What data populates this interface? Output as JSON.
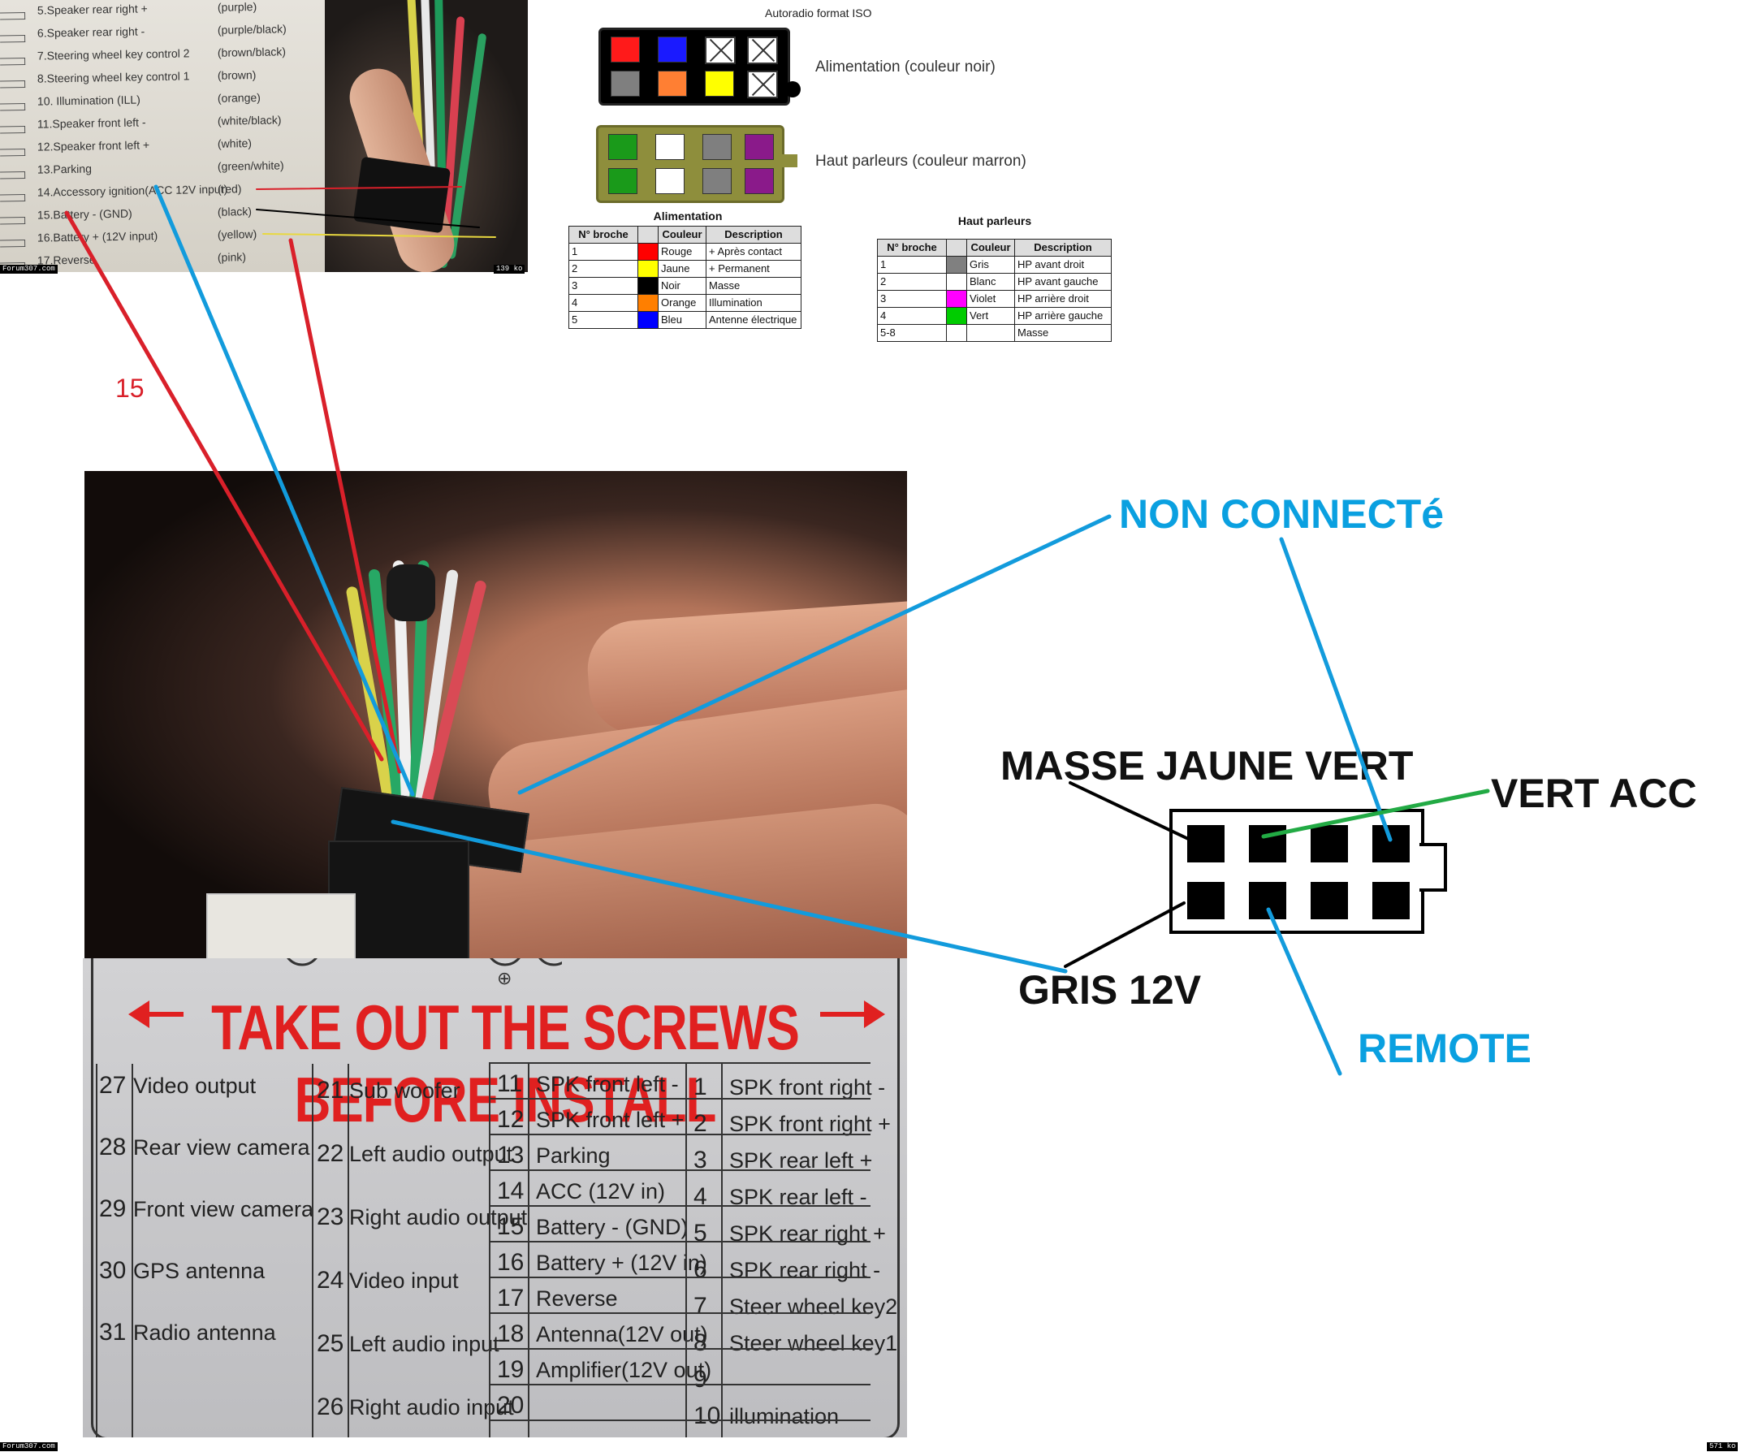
{
  "label_photo": {
    "rows": [
      {
        "text": "5.Speaker rear right +",
        "color": "(purple)"
      },
      {
        "text": "6.Speaker rear right -",
        "color": "(purple/black)"
      },
      {
        "text": "7.Steering wheel key control 2",
        "color": "(brown/black)"
      },
      {
        "text": "8.Steering wheel key control 1",
        "color": "(brown)"
      },
      {
        "text": "10. Illumination (ILL)",
        "color": "(orange)"
      },
      {
        "text": "11.Speaker front left -",
        "color": "(white/black)"
      },
      {
        "text": "12.Speaker front left +",
        "color": "(white)"
      },
      {
        "text": "13.Parking",
        "color": "(green/white)"
      },
      {
        "text": "14.Accessory ignition(ACC 12V input)",
        "color": "(red)"
      },
      {
        "text": "15.Battery - (GND)",
        "color": "(black)"
      },
      {
        "text": "16.Battery + (12V input)",
        "color": "(yellow)"
      },
      {
        "text": "17.Reverse",
        "color": "(pink)"
      }
    ],
    "footer_left": "Forum307.com",
    "footer_right": "139 ko"
  },
  "iso": {
    "title": "Autoradio format ISO",
    "power_caption": "Alimentation (couleur noir)",
    "speaker_caption": "Haut parleurs (couleur marron)",
    "colors": {
      "red": "#ff1a1a",
      "blue": "#1a1aff",
      "grey": "#7f7f7f",
      "orange": "#ff7f33",
      "yellow": "#ffff00",
      "green": "#1a9a1a",
      "white": "#ffffff",
      "purple": "#8a1a8a",
      "body_black": "#000000",
      "body_olive": "#8e8e3c"
    }
  },
  "table_power": {
    "title": "Alimentation",
    "headers": [
      "N° broche",
      "",
      "Couleur",
      "Description"
    ],
    "rows": [
      {
        "num": "1",
        "swatch": "#ff0000",
        "color": "Rouge",
        "desc": "+ Après contact"
      },
      {
        "num": "2",
        "swatch": "#ffff00",
        "color": "Jaune",
        "desc": "+ Permanent"
      },
      {
        "num": "3",
        "swatch": "#000000",
        "color": "Noir",
        "desc": "Masse"
      },
      {
        "num": "4",
        "swatch": "#ff7f00",
        "color": "Orange",
        "desc": "Illumination"
      },
      {
        "num": "5",
        "swatch": "#0000ff",
        "color": "Bleu",
        "desc": "Antenne électrique"
      }
    ]
  },
  "table_speakers": {
    "title": "Haut parleurs",
    "headers": [
      "N° broche",
      "",
      "Couleur",
      "Description"
    ],
    "rows": [
      {
        "num": "1",
        "swatch": "#808080",
        "color": "Gris",
        "desc": "HP avant droit"
      },
      {
        "num": "2",
        "swatch": "#ffffff",
        "color": "Blanc",
        "desc": "HP avant gauche"
      },
      {
        "num": "3",
        "swatch": "#ff00ff",
        "color": "Violet",
        "desc": "HP arrière droit"
      },
      {
        "num": "4",
        "swatch": "#00cc00",
        "color": "Vert",
        "desc": "HP arrière gauche"
      },
      {
        "num": "5-8",
        "swatch": "#ffffff",
        "color": "",
        "desc": "Masse"
      }
    ]
  },
  "annotation_number": "15",
  "sticker": {
    "header": "TAKE OUT THE SCREWS BEFORE INSTALL",
    "col1": [
      {
        "n": "27",
        "t": "Video output"
      },
      {
        "n": "28",
        "t": "Rear view camera"
      },
      {
        "n": "29",
        "t": "Front view camera"
      },
      {
        "n": "30",
        "t": "GPS antenna"
      },
      {
        "n": "31",
        "t": "Radio antenna"
      }
    ],
    "col2": [
      {
        "n": "21",
        "t": "Sub woofer"
      },
      {
        "n": "22",
        "t": "Left audio output"
      },
      {
        "n": "23",
        "t": "Right audio output"
      },
      {
        "n": "24",
        "t": "Video input"
      },
      {
        "n": "25",
        "t": "Left audio input"
      },
      {
        "n": "26",
        "t": "Right audio input"
      }
    ],
    "col3": [
      {
        "n": "11",
        "t": "SPK front left -"
      },
      {
        "n": "12",
        "t": "SPK front left +"
      },
      {
        "n": "13",
        "t": "Parking"
      },
      {
        "n": "14",
        "t": "ACC (12V in)"
      },
      {
        "n": "15",
        "t": "Battery - (GND)"
      },
      {
        "n": "16",
        "t": "Battery + (12V in)"
      },
      {
        "n": "17",
        "t": "Reverse"
      },
      {
        "n": "18",
        "t": "Antenna(12V out)"
      },
      {
        "n": "19",
        "t": "Amplifier(12V out)"
      },
      {
        "n": "20",
        "t": ""
      }
    ],
    "col4": [
      {
        "n": "1",
        "t": "SPK front right -"
      },
      {
        "n": "2",
        "t": "SPK front right +"
      },
      {
        "n": "3",
        "t": "SPK rear left +"
      },
      {
        "n": "4",
        "t": "SPK rear left -"
      },
      {
        "n": "5",
        "t": "SPK rear right +"
      },
      {
        "n": "6",
        "t": "SPK rear right -"
      },
      {
        "n": "7",
        "t": "Steer wheel key2"
      },
      {
        "n": "8",
        "t": "Steer wheel key1"
      },
      {
        "n": "9",
        "t": ""
      },
      {
        "n": "10",
        "t": "illumination"
      }
    ],
    "footer_left": "Forum307.com",
    "footer_right": "571 ko"
  },
  "connector_labels": {
    "non_connecte": "NON CONNECTé",
    "masse": "MASSE JAUNE VERT",
    "vert_acc": "VERT ACC",
    "gris": "GRIS 12V",
    "remote": "REMOTE"
  },
  "line_colors": {
    "red": "#d9202a",
    "blue": "#129bdc",
    "black": "#000000",
    "green": "#22aa44"
  }
}
